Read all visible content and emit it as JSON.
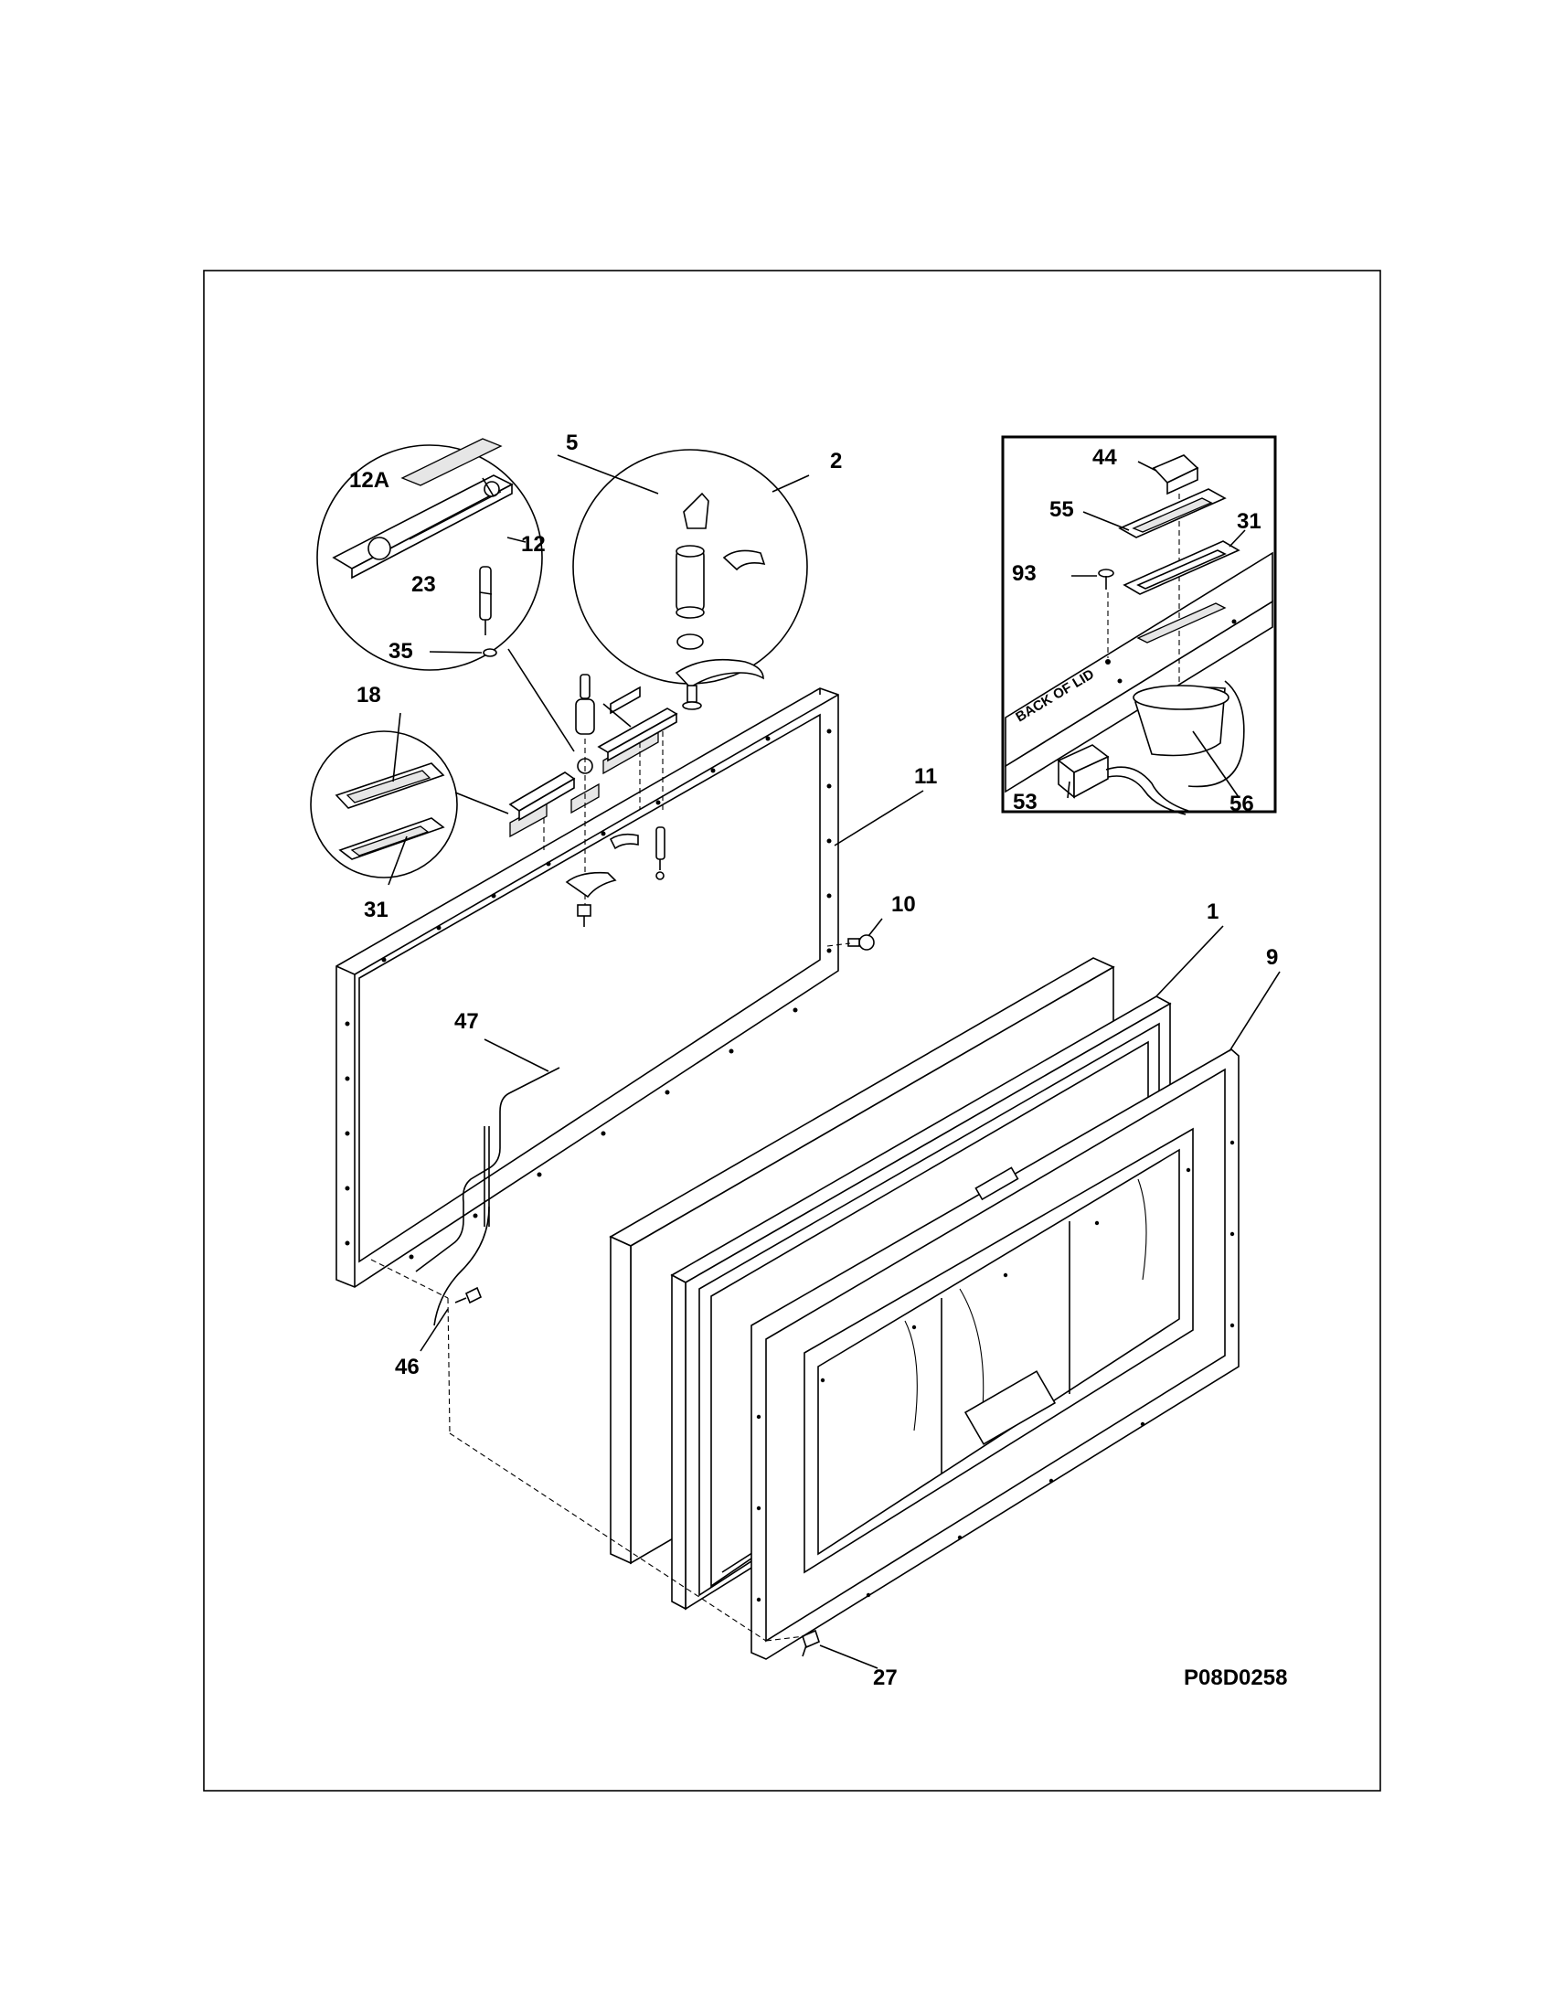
{
  "diagram_ref": "P08D0258",
  "inset_label": "BACK OF LID",
  "callouts": {
    "c1": "1",
    "c2": "2",
    "c5": "5",
    "c9": "9",
    "c10": "10",
    "c11": "11",
    "c12": "12",
    "c12a": "12A",
    "c18": "18",
    "c23": "23",
    "c27": "27",
    "c31a": "31",
    "c31b": "31",
    "c35": "35",
    "c44": "44",
    "c46": "46",
    "c47": "47",
    "c53": "53",
    "c55": "55",
    "c56": "56",
    "c93": "93"
  }
}
